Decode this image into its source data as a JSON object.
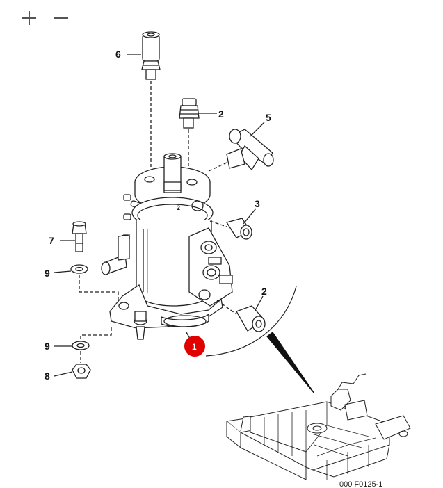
{
  "toolbar": {
    "zoom_in_icon": "plus-icon",
    "zoom_out_icon": "minus-icon"
  },
  "diagram": {
    "callouts": [
      {
        "id": "c6",
        "label": "6"
      },
      {
        "id": "c2a",
        "label": "2"
      },
      {
        "id": "c5",
        "label": "5"
      },
      {
        "id": "c3",
        "label": "3"
      },
      {
        "id": "c7",
        "label": "7"
      },
      {
        "id": "c9a",
        "label": "9"
      },
      {
        "id": "c2b",
        "label": "2"
      },
      {
        "id": "c9b",
        "label": "9"
      },
      {
        "id": "c8",
        "label": "8"
      }
    ],
    "housing_mark": "2",
    "selected_marker": {
      "label": "1",
      "color": "#e00000"
    },
    "drawing_number": "000 F0125-1"
  },
  "colors": {
    "line": "#222222",
    "marker": "#e00000"
  }
}
